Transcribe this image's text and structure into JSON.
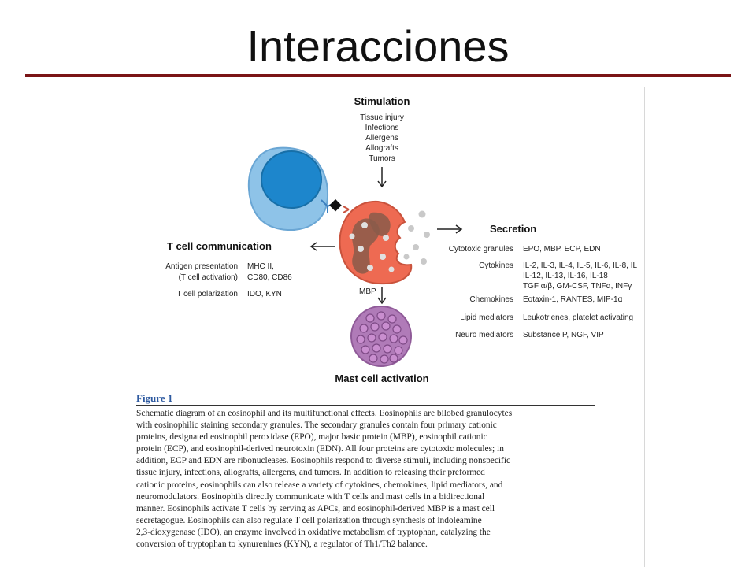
{
  "slide": {
    "title": "Interacciones"
  },
  "figure": {
    "stimulation": {
      "heading": "Stimulation",
      "items": [
        "Tissue injury",
        "Infections",
        "Allergens",
        "Allografts",
        "Tumors"
      ]
    },
    "secretion": {
      "heading": "Secretion",
      "rows": [
        {
          "label": "Cytotoxic granules",
          "value": "EPO, MBP, ECP, EDN"
        },
        {
          "label": "Cytokines",
          "value": "IL-2, IL-3, IL-4, IL-5, IL-6, IL-8, IL"
        },
        {
          "label": "",
          "value": "IL-12, IL-13, IL-16, IL-18"
        },
        {
          "label": "",
          "value": "TGF α/β, GM-CSF, TNFα, INFγ"
        },
        {
          "label": "Chemokines",
          "value": "Eotaxin-1, RANTES, MIP-1α"
        },
        {
          "label": "Lipid mediators",
          "value": "Leukotrienes, platelet activating"
        },
        {
          "label": "Neuro mediators",
          "value": "Substance P, NGF, VIP"
        }
      ]
    },
    "t_cell": {
      "heading": "T cell communication",
      "rows": [
        {
          "label": "Antigen presentation",
          "value": "MHC II,"
        },
        {
          "label": "(T cell activation)",
          "value": "CD80, CD86"
        },
        {
          "label": "T cell polarization",
          "value": "IDO, KYN"
        }
      ]
    },
    "mast": {
      "arrow_label": "MBP",
      "heading": "Mast cell activation"
    },
    "colors": {
      "tcell_outer": "#8ec3e8",
      "tcell_nucleus": "#1d86cc",
      "eosinophil": "#ee6a52",
      "mast_cell": "#b07bb8",
      "granule": "#c9c9c9"
    }
  },
  "caption": {
    "title": "Figure 1",
    "lines": [
      "Schematic diagram of an eosinophil and its multifunctional effects. Eosinophils are bilobed granulocytes",
      "with eosinophilic staining secondary granules. The secondary granules contain four primary cationic",
      "proteins, designated eosinophil peroxidase (EPO), major basic protein (MBP), eosinophil cationic",
      "protein (ECP), and eosinophil-derived neurotoxin (EDN). All four proteins are cytotoxic molecules; in",
      "addition, ECP and EDN are ribonucleases. Eosinophils respond to diverse stimuli, including nonspecific",
      "tissue injury, infections, allografts, allergens, and tumors. In addition to releasing their preformed",
      "cationic proteins, eosinophils can also release a variety of cytokines, chemokines, lipid mediators, and",
      "neuromodulators. Eosinophils directly communicate with T cells and mast cells in a bidirectional",
      "manner. Eosinophils activate T cells by serving as APCs, and eosinophil-derived MBP is a mast cell",
      "secretagogue. Eosinophils can also regulate T cell polarization through synthesis of indoleamine",
      "2,3-dioxygenase (IDO), an enzyme involved in oxidative metabolism of tryptophan, catalyzing the",
      "conversion of tryptophan to kynurenines (KYN), a regulator of Th1/Th2 balance."
    ]
  }
}
